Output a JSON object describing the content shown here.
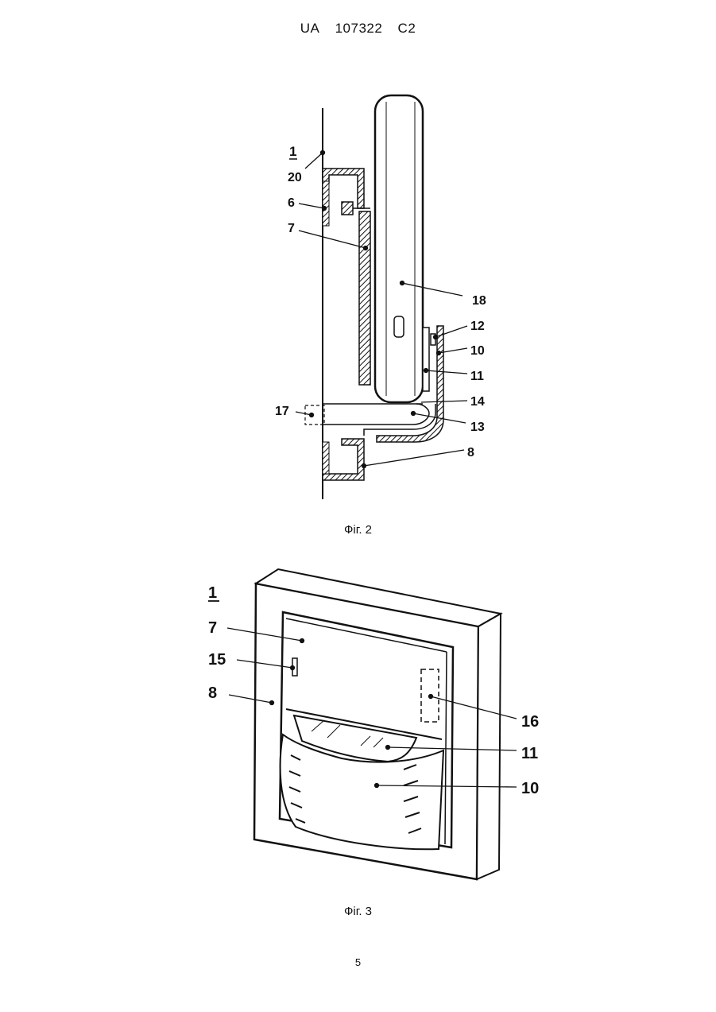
{
  "header": {
    "country": "UA",
    "number": "107322",
    "kind": "C2"
  },
  "figure2": {
    "caption": "Фіг. 2",
    "labels": {
      "l1": "1",
      "l20": "20",
      "l6": "6",
      "l7": "7",
      "l18": "18",
      "l12": "12",
      "l10": "10",
      "l11": "11",
      "l14": "14",
      "l17": "17",
      "l13": "13",
      "l8": "8"
    }
  },
  "figure3": {
    "caption": "Фіг. 3",
    "labels": {
      "l1": "1",
      "l7": "7",
      "l15": "15",
      "l8": "8",
      "l16": "16",
      "l11": "11",
      "l10": "10"
    }
  },
  "page_number": "5"
}
